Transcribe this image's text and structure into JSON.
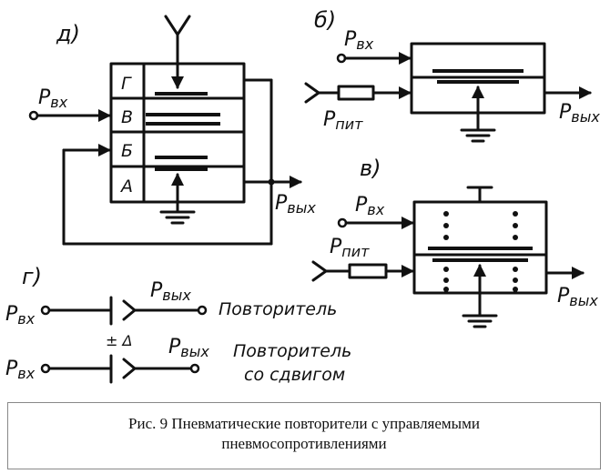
{
  "labels": {
    "d": "д)",
    "b": "б)",
    "v": "в)",
    "g": "г)",
    "p_in": "Р",
    "p_in_sub": "вх",
    "p_out": "Р",
    "p_out_sub": "вых",
    "p_sup": "Р",
    "p_sup_sub": "пит",
    "chamber_g": "Г",
    "chamber_v": "В",
    "chamber_b": "Б",
    "chamber_a": "А",
    "shift": "± Δ"
  },
  "legend": {
    "repeater": "Повторитель",
    "repeater_shift_line1": "Повторитель",
    "repeater_shift_line2": "со сдвигом"
  },
  "caption": {
    "line1": "Рис. 9   Пневматические повторители с управляемыми",
    "line2": "пневмосопротивлениями"
  }
}
